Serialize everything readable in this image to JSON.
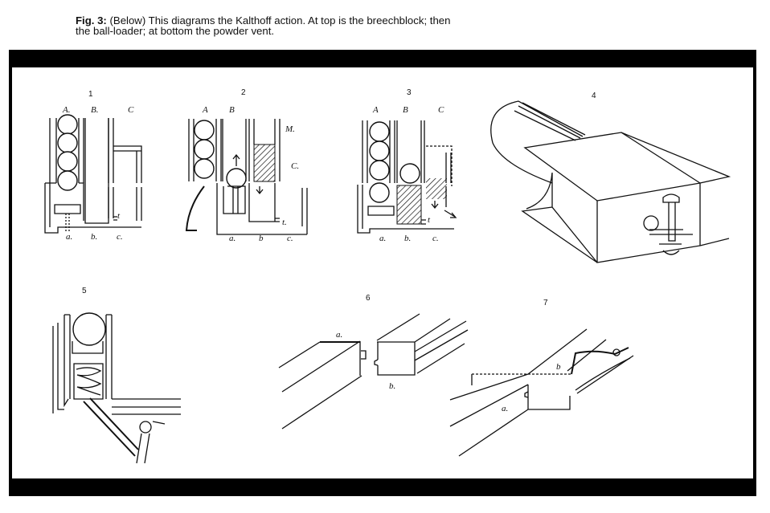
{
  "caption": {
    "prefix": "Fig. 3:",
    "text": " (Below) This diagrams the Kalthoff action. At top is the breechblock; then the ball-loader; at bottom the powder vent."
  },
  "figures": [
    {
      "number": "1",
      "top_labels": [
        "A.",
        "B.",
        "C"
      ],
      "bottom_labels": [
        "a.",
        "b.",
        "c."
      ],
      "part_labels": [
        "t"
      ]
    },
    {
      "number": "2",
      "top_labels": [
        "A",
        "B"
      ],
      "bottom_labels": [
        "a.",
        "b",
        "c."
      ],
      "part_labels": [
        "M.",
        "C.",
        "t."
      ]
    },
    {
      "number": "3",
      "top_labels": [
        "A",
        "B",
        "C"
      ],
      "bottom_labels": [
        "a.",
        "b.",
        "c."
      ],
      "part_labels": [
        "t"
      ]
    },
    {
      "number": "4"
    },
    {
      "number": "5"
    },
    {
      "number": "6",
      "part_labels": [
        "a.",
        "b."
      ]
    },
    {
      "number": "7",
      "part_labels": [
        "b",
        "a."
      ]
    }
  ]
}
